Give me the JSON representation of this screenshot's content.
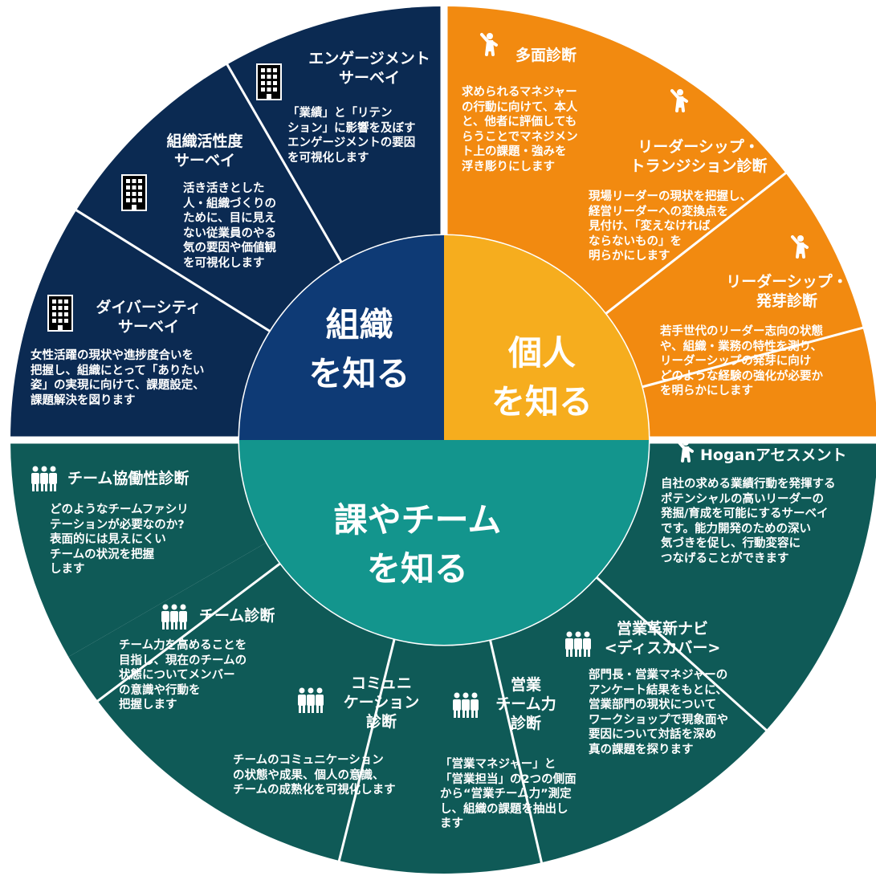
{
  "colors": {
    "org_segment": "#0b2a52",
    "org_center": "#0e3a75",
    "ind_segment": "#f28a10",
    "ind_center": "#f6ad1e",
    "team_segment": "#0f5a57",
    "team_center": "#13958d",
    "divider": "#ffffff"
  },
  "centers": {
    "org": "組織\nを知る",
    "individual": "個人\nを知る",
    "team": "課やチーム\nを知る"
  },
  "segments": {
    "engagement": {
      "icon": "building-icon",
      "title": "エンゲージメント\nサーベイ",
      "body": "「業績」と「リテン\nション」に影響を及ぼす\nエンゲージメントの要因\nを可視化します"
    },
    "activity": {
      "icon": "building-icon",
      "title": "組織活性度\nサーベイ",
      "body": "活き活きとした\n人・組織づくりの\nために、目に見え\nない従業員のやる\n気の要因や価値観\nを可視化します"
    },
    "diversity": {
      "icon": "building-icon",
      "title": "ダイバーシティ\nサーベイ",
      "body": "女性活躍の現状や進捗度合いを\n把握し、組織にとって「ありたい\n姿」の実現に向けて、課題設定、\n課題解決を図ります"
    },
    "multi": {
      "icon": "person-icon",
      "title": "多面診断",
      "body": "求められるマネジャー\nの行動に向けて、本人\nと、他者に評価しても\nらうことでマネジメン\nト上の課題・強みを\n浮き彫りにします"
    },
    "transition": {
      "icon": "person-icon",
      "title": "リーダーシップ・\nトランジション診断",
      "body": "現場リーダーの現状を把握し、\n経営リーダーへの変換点を\n見付け、「変えなければ\nならないもの」を\n明らかにします"
    },
    "bud": {
      "icon": "person-icon",
      "title": "リーダーシップ・\n発芽診断",
      "body": "若手世代のリーダー志向の状態\nや、組織・業務の特性を測り、\nリーダーシップの発芽に向け\nどのような経験の強化が必要か\nを明らかにします"
    },
    "hogan": {
      "icon": "person-icon",
      "title": "Hoganアセスメント",
      "body": "自社の求める業績行動を発揮する\nポテンシャルの高いリーダーの\n発掘/育成を可能にするサーベイ\nです。能力開発のための深い\n気づきを促し、行動変容に\nつなげることができます"
    },
    "navi": {
      "icon": "team-icon",
      "title": "営業革新ナビ\n<ディスカバー>",
      "body": "部門長・営業マネジャーの\nアンケート結果をもとに、\n営業部門の現状について\nワークショップで現象面や\n要因について対話を深め\n真の課題を探ります"
    },
    "sales_team": {
      "icon": "team-icon",
      "title": "営業\nチーム力\n診断",
      "body": "「営業マネジャー」と\n「営業担当」の2つの側面\nから“営業チーム力”測定\nし、組織の課題を抽出し\nます"
    },
    "communication": {
      "icon": "team-icon",
      "title": "コミュニ\nケーション\n診断",
      "body": "チームのコミュニケーション\nの状態や成果、個人の意識、\nチームの成熟化を可視化します"
    },
    "team_dx": {
      "icon": "team-icon",
      "title": "チーム診断",
      "body": "チーム力を高めることを\n目指し、現在のチームの\n状態についてメンバー\nの意識や行動を\n把握します"
    },
    "collab": {
      "icon": "team-icon",
      "title": "チーム協働性診断",
      "body": "どのようなチームファシリ\nテーションが必要なのか?\n表面的には見えにくい\nチームの状況を把握\nします"
    }
  }
}
